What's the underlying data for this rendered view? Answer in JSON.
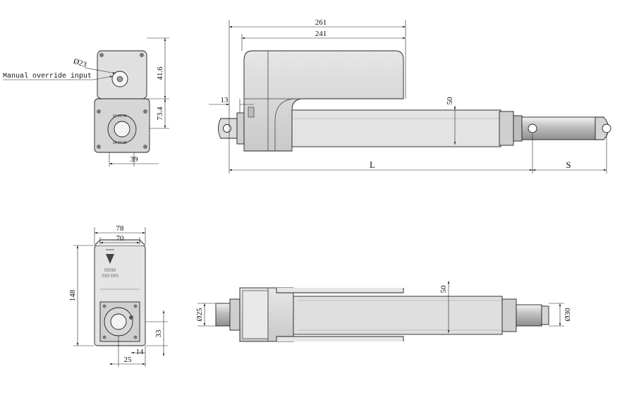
{
  "callouts": {
    "manual_override": "Manual override input",
    "diameter_knob": "Ø23"
  },
  "end_view": {
    "height_upper": "41.6",
    "height_lower": "73.4",
    "width_bottom": "39"
  },
  "side_view": {
    "total_length": "261",
    "housing_length": "241",
    "rear_offset": "13",
    "tube_height": "50",
    "length_symbol": "L",
    "stroke_symbol": "S"
  },
  "top_end_view": {
    "width_outer": "78",
    "width_inner": "70",
    "height_total": "148",
    "port_height": "33",
    "port_offset": "14",
    "port_width": "25"
  },
  "top_view": {
    "rod_diameter": "Ø25",
    "tube_width": "50",
    "end_diameter": "Ø30"
  },
  "colors": {
    "line": "#222222",
    "housing_fill": "#d9d9d9",
    "housing_dark": "#bdbdbd",
    "tube_fill": "#dedede",
    "rod_fill": "#c8c8c8"
  }
}
